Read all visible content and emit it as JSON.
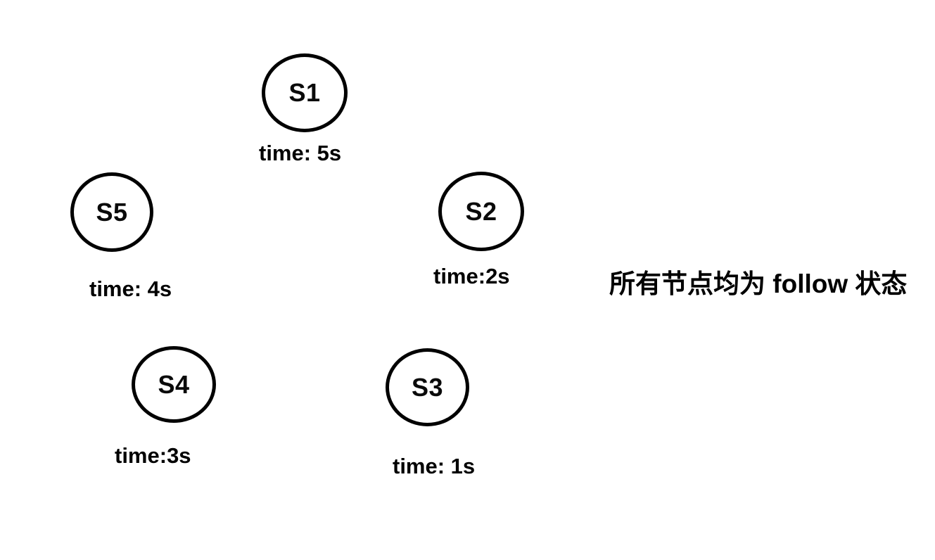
{
  "diagram": {
    "annotation": "所有节点均为 follow 状态",
    "nodes": [
      {
        "id": "S1",
        "label": "S1",
        "time": "time: 5s"
      },
      {
        "id": "S2",
        "label": "S2",
        "time": "time:2s"
      },
      {
        "id": "S3",
        "label": "S3",
        "time": "time: 1s"
      },
      {
        "id": "S4",
        "label": "S4",
        "time": "time:3s"
      },
      {
        "id": "S5",
        "label": "S5",
        "time": "time: 4s"
      }
    ],
    "colors": {
      "stroke": "#000000",
      "background": "#ffffff",
      "text": "#000000"
    }
  }
}
